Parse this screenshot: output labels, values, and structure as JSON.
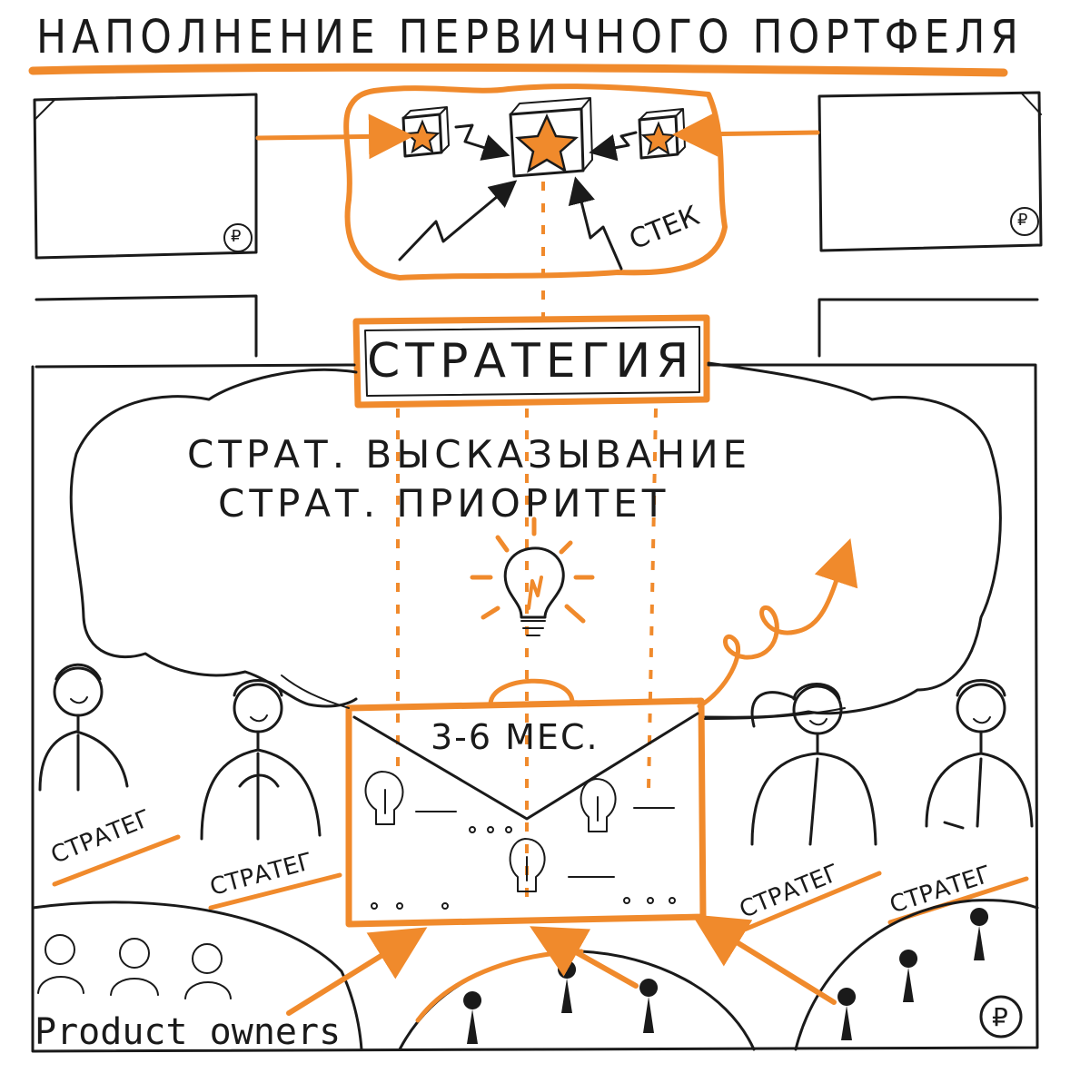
{
  "title": "НАПОЛНЕНИЕ ПЕРВИЧНОГО ПОРТФЕЛЯ",
  "cloud_label": "СТЕК",
  "strategy_label": "СТРАТЕГИЯ",
  "statement_line1": "СТРАТ. ВЫСКАЗЫВАНИЕ",
  "statement_line2": "СТРАТ. ПРИОРИТЕТ",
  "briefcase_label": "3-6 МЕС.",
  "strategist_labels": [
    "СТРАТЕГ",
    "СТРАТЕГ",
    "СТРАТЕГ",
    "СТРАТЕГ"
  ],
  "product_owners_label": "Product owners",
  "currency_symbols": [
    "₽",
    "₽",
    "₽"
  ],
  "colors": {
    "accent": "#f08a2c",
    "ink": "#1a1a1a",
    "background": "#ffffff"
  }
}
